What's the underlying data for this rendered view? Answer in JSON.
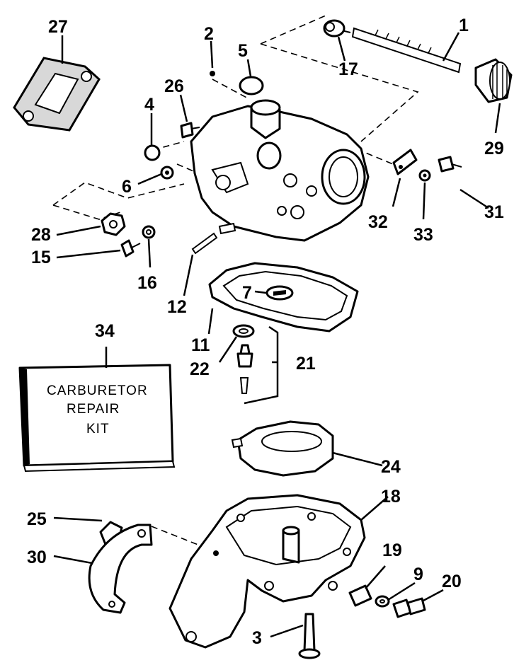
{
  "callouts": [
    {
      "id": "1",
      "text": "1"
    },
    {
      "id": "2",
      "text": "2"
    },
    {
      "id": "3",
      "text": "3"
    },
    {
      "id": "4",
      "text": "4"
    },
    {
      "id": "5",
      "text": "5"
    },
    {
      "id": "6",
      "text": "6"
    },
    {
      "id": "7",
      "text": "7"
    },
    {
      "id": "9",
      "text": "9"
    },
    {
      "id": "11",
      "text": "11"
    },
    {
      "id": "12",
      "text": "12"
    },
    {
      "id": "15",
      "text": "15"
    },
    {
      "id": "16",
      "text": "16"
    },
    {
      "id": "17",
      "text": "17"
    },
    {
      "id": "18",
      "text": "18"
    },
    {
      "id": "19",
      "text": "19"
    },
    {
      "id": "20",
      "text": "20"
    },
    {
      "id": "21",
      "text": "21"
    },
    {
      "id": "22",
      "text": "22"
    },
    {
      "id": "24",
      "text": "24"
    },
    {
      "id": "25",
      "text": "25"
    },
    {
      "id": "26",
      "text": "26"
    },
    {
      "id": "27",
      "text": "27"
    },
    {
      "id": "28",
      "text": "28"
    },
    {
      "id": "29",
      "text": "29"
    },
    {
      "id": "30",
      "text": "30"
    },
    {
      "id": "31",
      "text": "31"
    },
    {
      "id": "32",
      "text": "32"
    },
    {
      "id": "33",
      "text": "33"
    },
    {
      "id": "34",
      "text": "34"
    }
  ],
  "kit_box": {
    "line1": "CARBURETOR",
    "line2": "REPAIR",
    "line3": "KIT"
  },
  "colors": {
    "ink": "#000000",
    "paper": "#ffffff"
  }
}
